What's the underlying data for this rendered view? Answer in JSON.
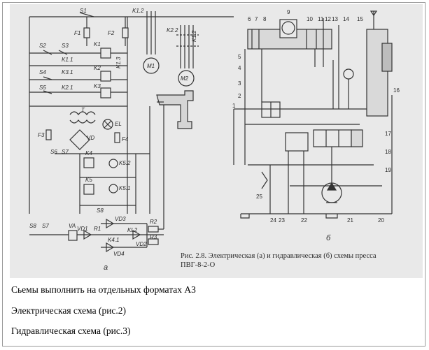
{
  "figure": {
    "caption_line1": "Рис. 2.8. Электрическая (а) и гидравлическая (б) схемы пресса",
    "caption_line2": "ПВГ-8-2-О",
    "sublabel_a": "а",
    "sublabel_b": "б",
    "electrical": {
      "labels": [
        "S1",
        "K1.2",
        "F1",
        "F2",
        "K2.2",
        "K1.2",
        "S2",
        "S3",
        "K1",
        "K1.1",
        "K1.3",
        "M1",
        "M2",
        "S4",
        "K3.1",
        "K2",
        "S5",
        "K2.1",
        "K3",
        "T",
        "EL",
        "F3",
        "VD",
        "F4",
        "S6",
        "S7",
        "K4",
        "K5.2",
        "K5",
        "K5.1",
        "S8",
        "S8",
        "S7",
        "VA",
        "VD1",
        "R1",
        "VD3",
        "KL2",
        "R2",
        "VD2",
        "K4.1",
        "R3",
        "VD4"
      ]
    },
    "hydraulic": {
      "labels": [
        "6",
        "7",
        "8",
        "9",
        "10",
        "11",
        "12",
        "13",
        "14",
        "15",
        "5",
        "4",
        "3",
        "2",
        "1",
        "16",
        "17",
        "18",
        "19",
        "25",
        "24",
        "23",
        "22",
        "21",
        "20"
      ]
    }
  },
  "lines": [
    "Сьемы выполнить на отдельных форматах  А3",
    "Электрическая схема (рис.2)",
    "Гидравлическая схема (рис.3)"
  ]
}
